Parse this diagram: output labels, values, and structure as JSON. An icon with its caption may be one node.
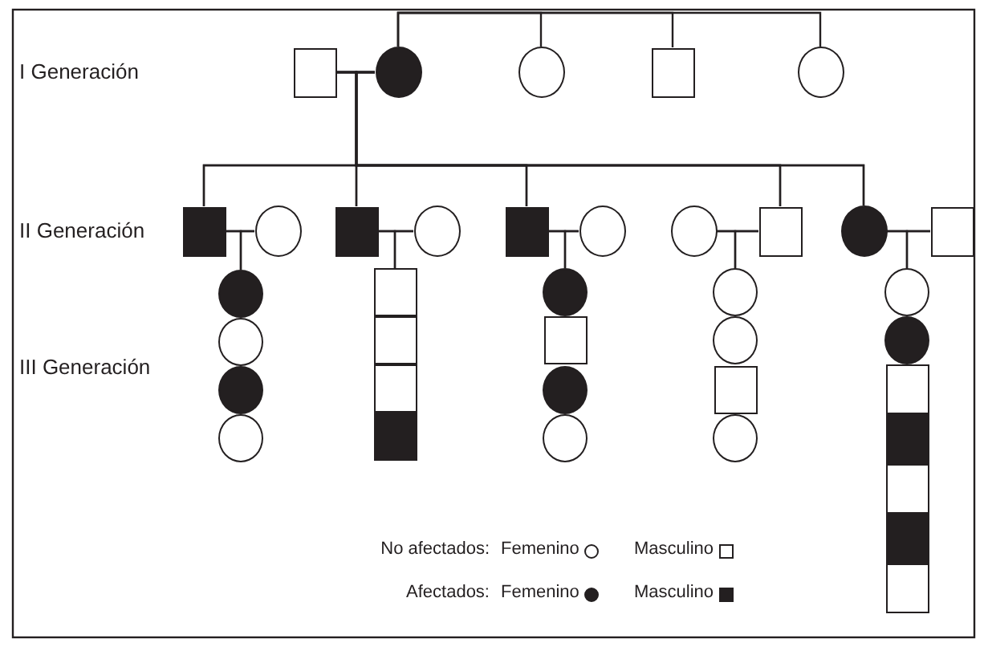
{
  "diagram": {
    "nodes": [
      {
        "text": [],
        "shape": "box"
      },
      {
        "text": [],
        "shape": "circle"
      },
      {
        "text": [],
        "shape": "circle"
      },
      {
        "text": [],
        "shape": "box"
      },
      {
        "text": [],
        "shape": "circle"
      },
      {
        "text": [],
        "shape": "box"
      },
      {
        "text": [],
        "shape": "circle"
      },
      {
        "text": [],
        "shape": "box"
      },
      {
        "text": [],
        "shape": "circle"
      },
      {
        "text": [],
        "shape": "box"
      },
      {
        "text": [],
        "shape": "circle"
      },
      {
        "text": [],
        "shape": "circle"
      },
      {
        "text": [],
        "shape": "box"
      },
      {
        "text": [],
        "shape": "circle"
      },
      {
        "text": [],
        "shape": "box"
      },
      {
        "text": [],
        "shape": "circle"
      },
      {
        "text": [],
        "shape": "circle"
      },
      {
        "text": [],
        "shape": "circle"
      },
      {
        "text": [],
        "shape": "circle"
      },
      {
        "text": [],
        "shape": "box"
      },
      {
        "text": [],
        "shape": "box"
      },
      {
        "text": [],
        "shape": "box"
      },
      {
        "text": [],
        "shape": "box"
      },
      {
        "text": [],
        "shape": "circle"
      },
      {
        "text": [],
        "shape": "box"
      },
      {
        "text": [],
        "shape": "circle"
      },
      {
        "text": [],
        "shape": "circle"
      },
      {
        "text": [],
        "shape": "circle"
      },
      {
        "text": [],
        "shape": "circle"
      },
      {
        "text": [],
        "shape": "box"
      },
      {
        "text": [],
        "shape": "circle"
      },
      {
        "text": [],
        "shape": "circle"
      },
      {
        "text": [],
        "shape": "circle"
      },
      {
        "text": [],
        "shape": "box"
      },
      {
        "text": [],
        "shape": "box"
      },
      {
        "text": [],
        "shape": "box"
      },
      {
        "text": [],
        "shape": "box"
      },
      {
        "text": [],
        "shape": "box"
      }
    ],
    "edges": [
      {
        "from": 0,
        "to": 1,
        "arrow": "none"
      },
      {
        "from": 1,
        "to": 2,
        "arrow": "none"
      },
      {
        "from": 1,
        "to": 3,
        "arrow": "none"
      },
      {
        "from": 1,
        "to": 4,
        "arrow": "none"
      },
      {
        "from": 0,
        "to": 5,
        "arrow": "none"
      },
      {
        "from": 0,
        "to": 7,
        "arrow": "none"
      },
      {
        "from": 0,
        "to": 9,
        "arrow": "none"
      },
      {
        "from": 0,
        "to": 12,
        "arrow": "none"
      },
      {
        "from": 0,
        "to": 13,
        "arrow": "none"
      },
      {
        "from": 1,
        "to": 5,
        "arrow": "none"
      },
      {
        "from": 1,
        "to": 7,
        "arrow": "none"
      },
      {
        "from": 1,
        "to": 9,
        "arrow": "none"
      },
      {
        "from": 1,
        "to": 12,
        "arrow": "none"
      },
      {
        "from": 1,
        "to": 13,
        "arrow": "none"
      },
      {
        "from": 5,
        "to": 6,
        "arrow": "none"
      },
      {
        "from": 7,
        "to": 8,
        "arrow": "none"
      },
      {
        "from": 9,
        "to": 10,
        "arrow": "none"
      },
      {
        "from": 11,
        "to": 12,
        "arrow": "none"
      },
      {
        "from": 13,
        "to": 14,
        "arrow": "none"
      },
      {
        "from": 5,
        "to": 15,
        "arrow": "none"
      },
      {
        "from": 6,
        "to": 15,
        "arrow": "none"
      },
      {
        "from": 7,
        "to": 19,
        "arrow": "none"
      },
      {
        "from": 8,
        "to": 19,
        "arrow": "none"
      },
      {
        "from": 9,
        "to": 23,
        "arrow": "none"
      },
      {
        "from": 10,
        "to": 23,
        "arrow": "none"
      },
      {
        "from": 11,
        "to": 27,
        "arrow": "none"
      },
      {
        "from": 12,
        "to": 27,
        "arrow": "none"
      },
      {
        "from": 13,
        "to": 31,
        "arrow": "none"
      },
      {
        "from": 14,
        "to": 31,
        "arrow": "none"
      }
    ],
    "labels": [
      "I Generación",
      "II Generación",
      "III Generación",
      "No afectados:",
      "Afectados:"
    ],
    "legend": [
      {
        "text": "Femenino"
      },
      {
        "text": "Masculino"
      },
      {
        "text": "Femenino"
      },
      {
        "text": "Masculino"
      }
    ]
  }
}
